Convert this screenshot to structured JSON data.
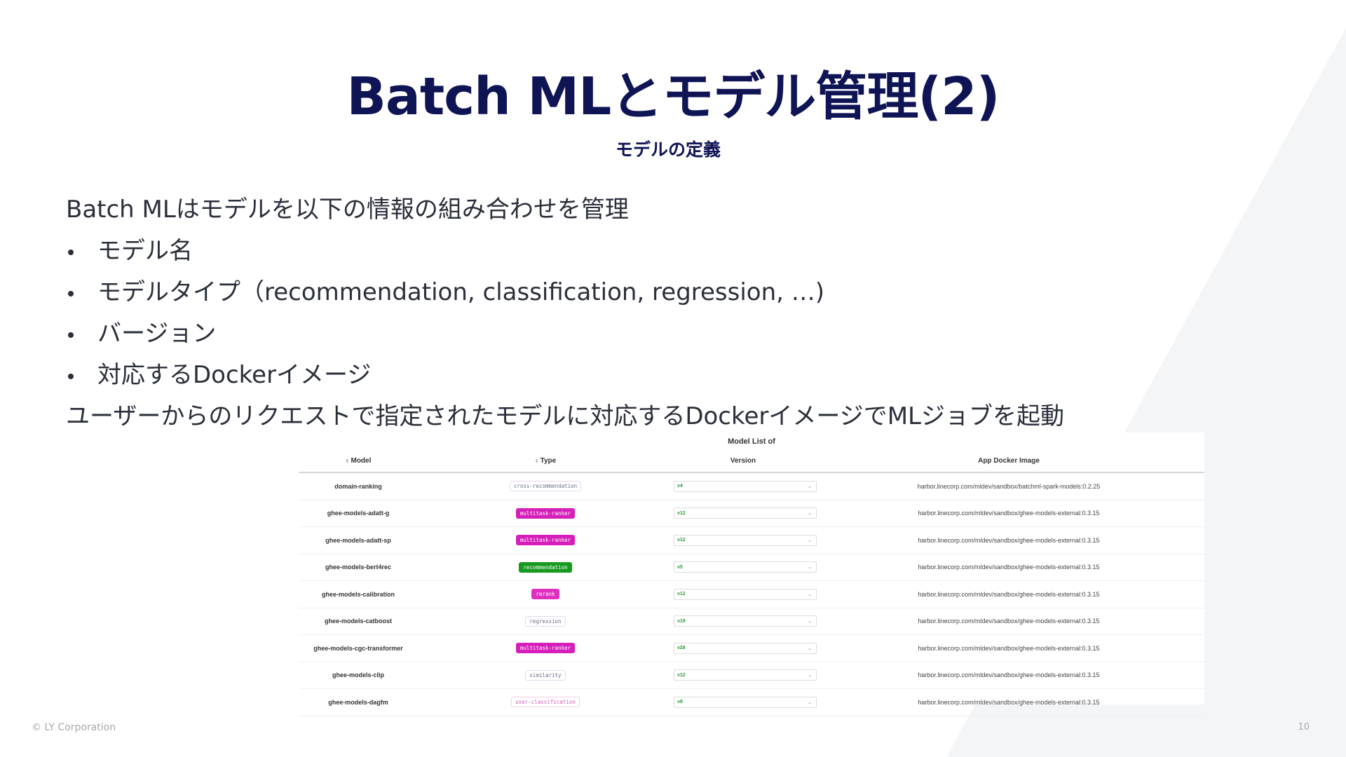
{
  "slide": {
    "title": "Batch MLとモデル管理(2)",
    "subtitle": "モデルの定義",
    "intro": "Batch MLはモデルを以下の情報の組み合わせを管理",
    "bullets": [
      "モデル名",
      "モデルタイプ（recommendation, classification, regression, …)",
      "バージョン",
      "対応するDockerイメージ"
    ],
    "conclusion": "ユーザーからのリクエストで指定されたモデルに対応するDockerイメージでMLジョブを起動",
    "footer_left": "© LY Corporation",
    "page_number": "10"
  },
  "table": {
    "caption": "Model List of",
    "headers": {
      "model": "Model",
      "type": "Type",
      "version": "Version",
      "image": "App Docker Image"
    },
    "rows": [
      {
        "model": "domain-ranking",
        "type": "cross-recommendation",
        "type_style": "light",
        "version": "v4",
        "image": "harbor.linecorp.com/mldev/sandbox/batchml-spark-models:0.2.25"
      },
      {
        "model": "ghee-models-adatt-g",
        "type": "multitask-ranker",
        "type_style": "magenta",
        "version": "v12",
        "image": "harbor.linecorp.com/mldev/sandbox/ghee-models-external:0.3.15"
      },
      {
        "model": "ghee-models-adatt-sp",
        "type": "multitask-ranker",
        "type_style": "magenta",
        "version": "v12",
        "image": "harbor.linecorp.com/mldev/sandbox/ghee-models-external:0.3.15"
      },
      {
        "model": "ghee-models-bert4rec",
        "type": "recommendation",
        "type_style": "green",
        "version": "v5",
        "image": "harbor.linecorp.com/mldev/sandbox/ghee-models-external:0.3.15"
      },
      {
        "model": "ghee-models-calibration",
        "type": "rerank",
        "type_style": "magenta-small",
        "version": "v12",
        "image": "harbor.linecorp.com/mldev/sandbox/ghee-models-external:0.3.15"
      },
      {
        "model": "ghee-models-catboost",
        "type": "regression",
        "type_style": "light",
        "version": "v19",
        "image": "harbor.linecorp.com/mldev/sandbox/ghee-models-external:0.3.15"
      },
      {
        "model": "ghee-models-cgc-transformer",
        "type": "multitask-ranker",
        "type_style": "magenta",
        "version": "v28",
        "image": "harbor.linecorp.com/mldev/sandbox/ghee-models-external:0.3.15"
      },
      {
        "model": "ghee-models-clip",
        "type": "similarity",
        "type_style": "light",
        "version": "v12",
        "image": "harbor.linecorp.com/mldev/sandbox/ghee-models-external:0.3.15"
      },
      {
        "model": "ghee-models-dagfm",
        "type": "user-classification",
        "type_style": "pink-outline",
        "version": "v8",
        "image": "harbor.linecorp.com/mldev/sandbox/ghee-models-external:0.3.15"
      }
    ]
  },
  "icons": {
    "sort": "sort-icon",
    "dropdown": "chevron-down-icon"
  },
  "colors": {
    "title": "#0f1455",
    "tag_magenta": "#d61fba",
    "tag_green": "#189a1f",
    "version_text": "#2a9d36"
  }
}
